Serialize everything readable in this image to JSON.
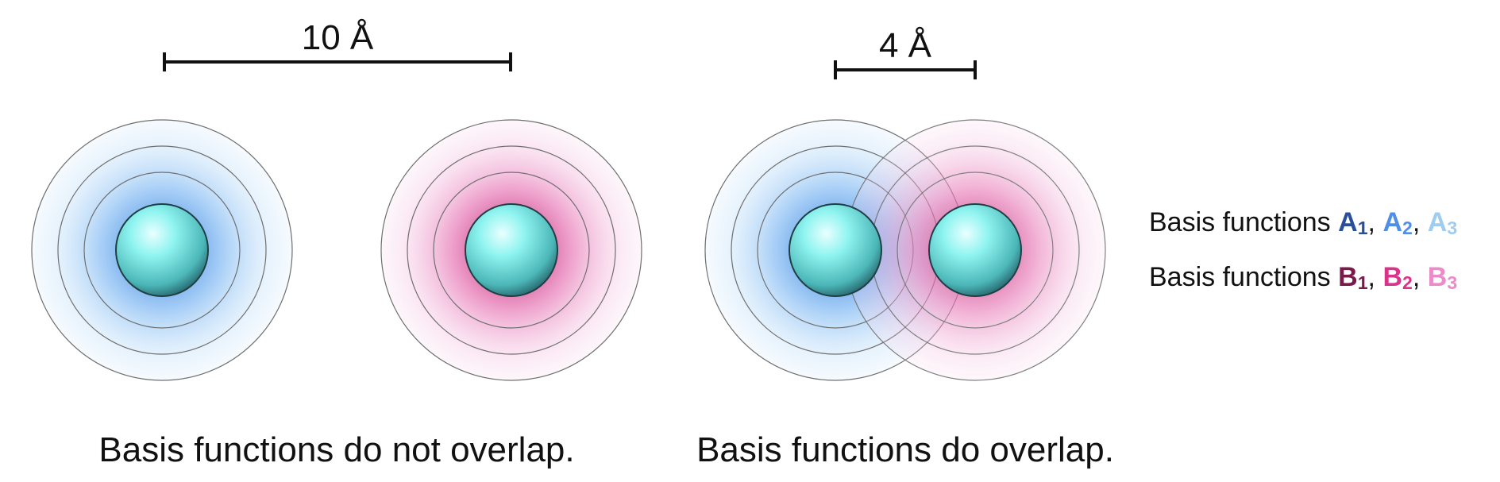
{
  "scale_bars": [
    {
      "label": "10 Å"
    },
    {
      "label": "4 Å"
    }
  ],
  "captions": {
    "left": "Basis functions do not overlap.",
    "right": "Basis functions do overlap."
  },
  "legend": {
    "prefix": "Basis functions",
    "separator": ",",
    "a": {
      "letter": "A",
      "subs": [
        "1",
        "2",
        "3"
      ],
      "colors": [
        "#2a4f9a",
        "#4f8fe8",
        "#9fcdf2"
      ]
    },
    "b": {
      "letter": "B",
      "subs": [
        "1",
        "2",
        "3"
      ],
      "colors": [
        "#7a1a4a",
        "#d9348a",
        "#e98cc8"
      ]
    }
  },
  "colors": {
    "atom": "#7ff0ec",
    "basis_a": "#6aaaf0",
    "basis_b": "#e25fa5",
    "outline": "#6f6f6f",
    "bar": "#111111"
  }
}
